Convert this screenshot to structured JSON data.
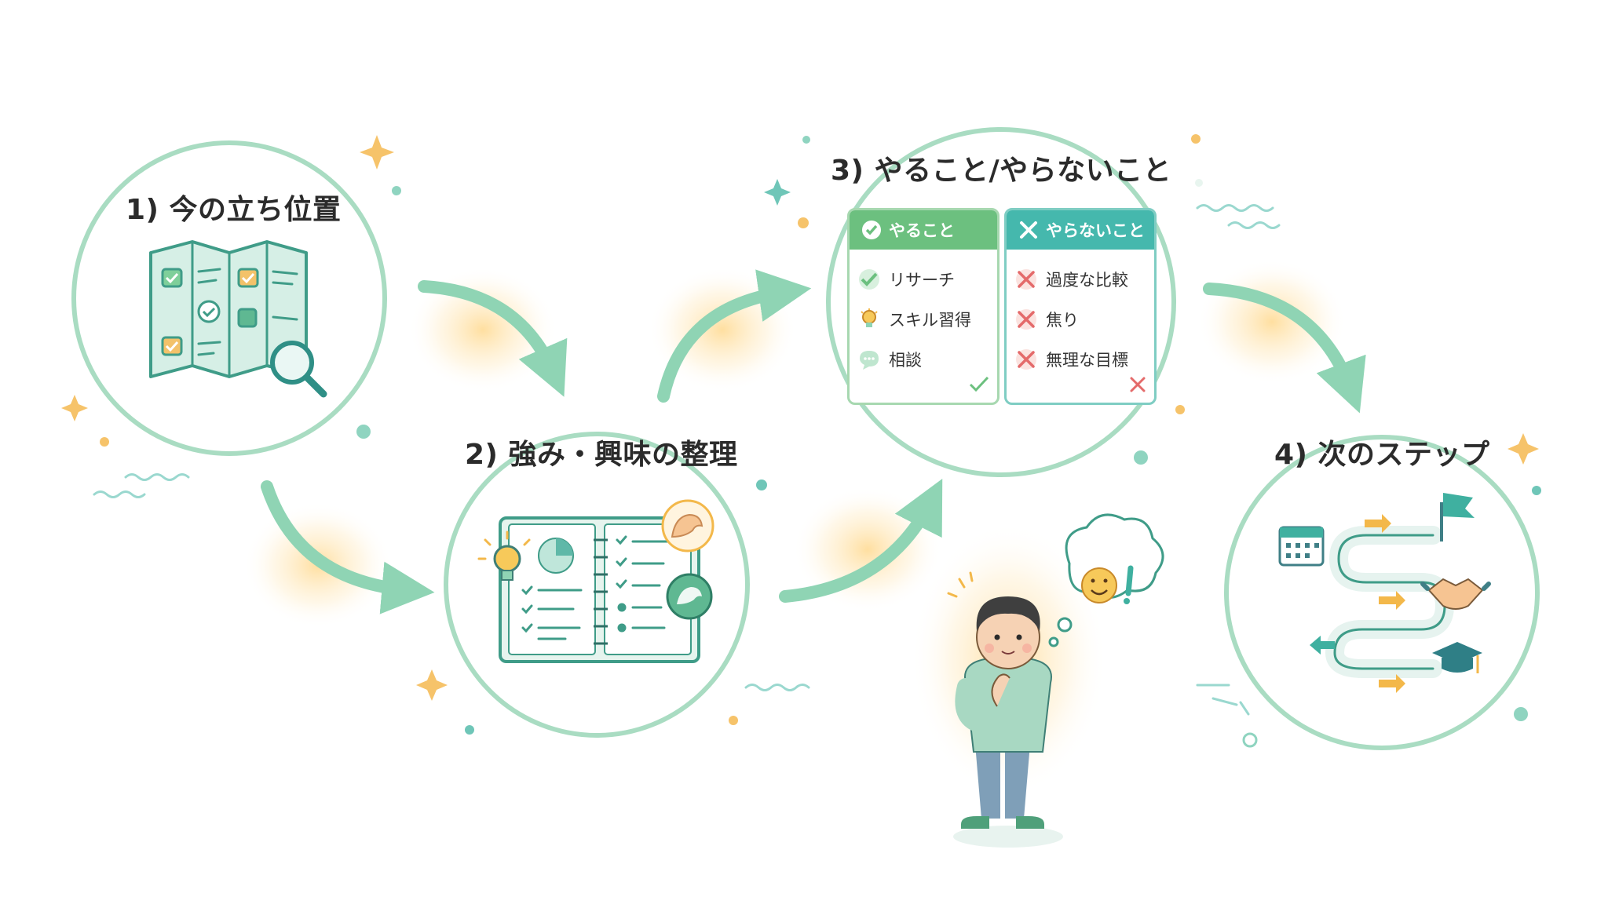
{
  "steps": [
    {
      "title": "1) 今の立ち位置"
    },
    {
      "title": "2) 強み・興味の整理"
    },
    {
      "title": "3) やること/やらないこと"
    },
    {
      "title": "4) 次のステップ"
    }
  ],
  "do_panel": {
    "title": "やること",
    "items": [
      "リサーチ",
      "スキル習得",
      "相談"
    ]
  },
  "dont_panel": {
    "title": "やらないこと",
    "items": [
      "過度な比較",
      "焦り",
      "無理な目標"
    ]
  },
  "colors": {
    "ring": "#a9dcc2",
    "arrow": "#8fd4b4",
    "glow": "#ffd98f",
    "accent_teal": "#3fb0a0",
    "accent_green": "#6cc07f",
    "accent_yellow": "#f3b84a",
    "cross_red": "#e46a6a"
  },
  "icons": {
    "step1": [
      "folded-map-icon",
      "magnifier-icon",
      "checkbox-icon"
    ],
    "step2": [
      "notebook-icon",
      "lightbulb-icon",
      "flexed-arm-icon",
      "pie-chart-icon"
    ],
    "step4": [
      "calendar-icon",
      "flag-icon",
      "handshake-icon",
      "graduation-cap-icon",
      "winding-path-icon"
    ],
    "person": [
      "thinking-child-icon",
      "thought-bubble-icon",
      "smiley-icon"
    ]
  }
}
